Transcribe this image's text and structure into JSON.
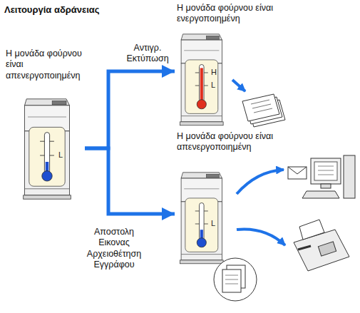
{
  "diagram": {
    "title": "Λειτουργία αδράνειας",
    "nodes": [
      {
        "text": [
          "Η μονάδα φούρνου είναι απενεργοποιημένη"
        ]
      },
      {
        "text": [
          "Η μονάδα φούρνου είναι ενεργοποιημένη"
        ]
      },
      {
        "text": [
          "Η μονάδα φούρνου είναι απενεργοποιημένη"
        ]
      }
    ],
    "edges": [
      {
        "from": 0,
        "to": 1,
        "arrow": "to",
        "label": "Αντιγρ. Εκτύπωση"
      },
      {
        "from": 0,
        "to": 2,
        "arrow": "to",
        "label": "Αποστολη Εικονας Αρχειοθέτηση Εγγράφου"
      }
    ],
    "labels": [
      "L",
      "H",
      "L",
      "L"
    ]
  }
}
